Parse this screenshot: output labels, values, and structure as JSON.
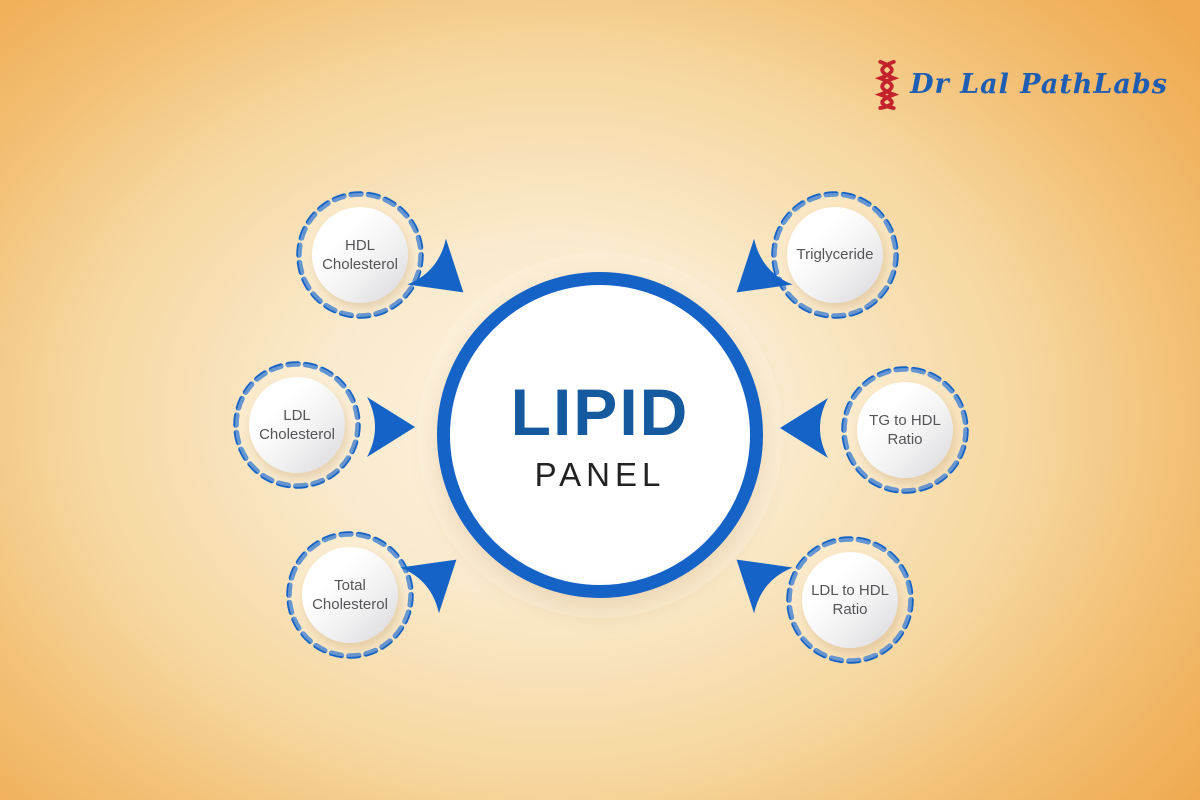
{
  "brand": {
    "name": "Dr Lal PathLabs",
    "icon": "dna-helix-icon",
    "text_color": "#1e5db2",
    "icon_color": "#c4232e"
  },
  "center": {
    "title": "LIPID",
    "subtitle": "PANEL",
    "title_color": "#15599f",
    "ring_color": "#1563c6"
  },
  "nodes": [
    {
      "label": "HDL Cholesterol",
      "position": "top-left"
    },
    {
      "label": "LDL Cholesterol",
      "position": "middle-left"
    },
    {
      "label": "Total Cholesterol",
      "position": "bottom-left"
    },
    {
      "label": "Triglyceride",
      "position": "top-right"
    },
    {
      "label": "TG to HDL Ratio",
      "position": "middle-right"
    },
    {
      "label": "LDL to HDL Ratio",
      "position": "bottom-right"
    }
  ],
  "colors": {
    "accent_blue": "#1563c6",
    "label_gray": "#555558",
    "background_light": "#fdf4e2",
    "background_dark": "#efaa50"
  }
}
